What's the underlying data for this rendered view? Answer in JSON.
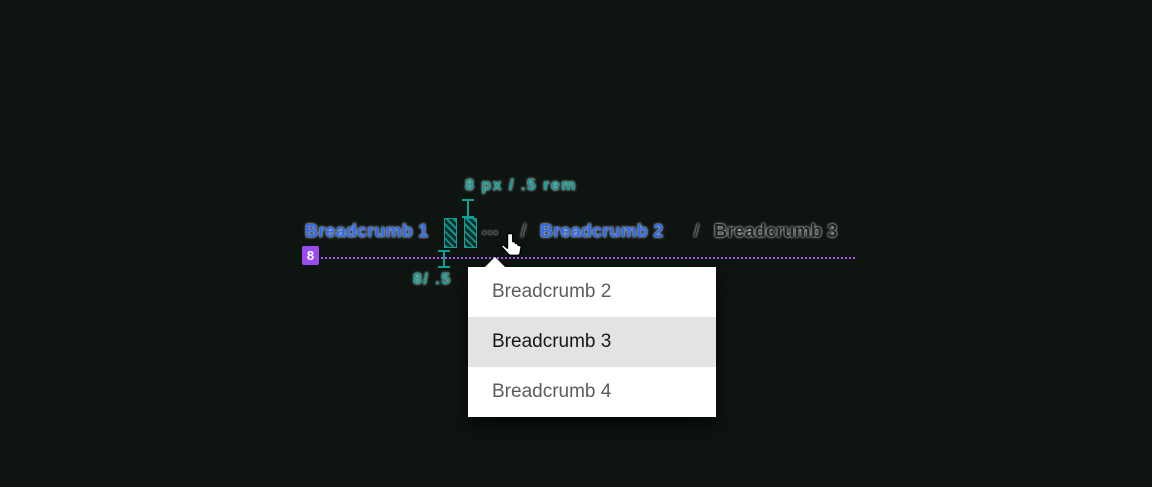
{
  "canvas": {
    "background": "#0e1511"
  },
  "spec_annotations": {
    "teal_color": "#0f9e97",
    "purple_color": "#a856f4",
    "top_spacing_label": "8 px / .5 rem",
    "bottom_spacing_label": "8/ .5",
    "baseline_badge": "8"
  },
  "breadcrumb": {
    "separator": "/",
    "link_color": "#2d6bf3",
    "current_color": "#222222",
    "items": [
      {
        "label": "Breadcrumb 1",
        "type": "link"
      },
      {
        "label": "…",
        "type": "overflow-trigger"
      },
      {
        "label": "Breadcrumb 2",
        "type": "link"
      },
      {
        "label": "Breadcrumb 3",
        "type": "current-page"
      }
    ]
  },
  "overflow_menu": {
    "items": [
      {
        "label": "Breadcrumb 2",
        "selected": false
      },
      {
        "label": "Breadcrumb 3",
        "selected": true
      },
      {
        "label": "Breadcrumb 4",
        "selected": false
      }
    ]
  },
  "cursor": {
    "type": "pointer-hand"
  }
}
